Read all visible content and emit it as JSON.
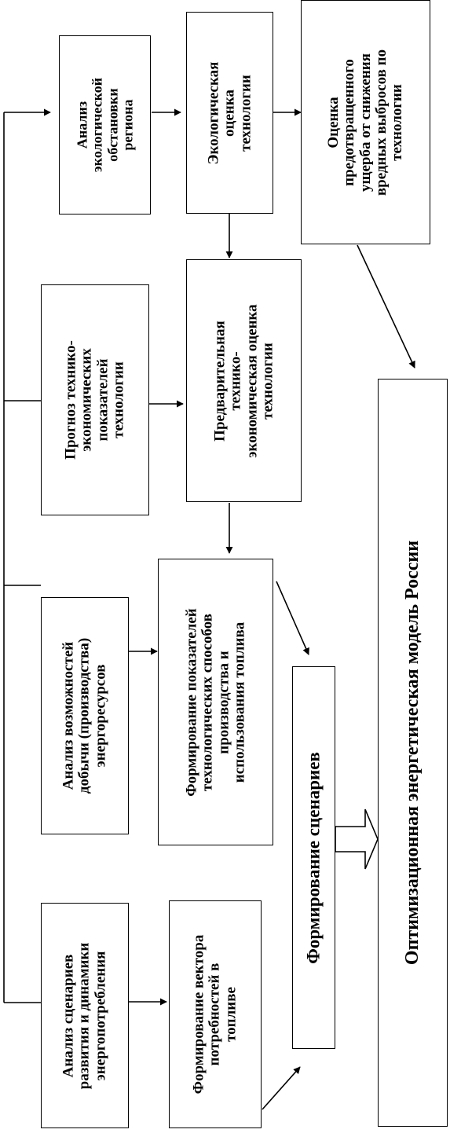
{
  "boxes": {
    "eco_analysis": [
      "Анализ",
      "экологической",
      "обстановки",
      "региона"
    ],
    "eco_assessment": [
      "Экологическая",
      "оценка",
      "технологии"
    ],
    "damage_assessment": [
      "Оценка",
      "предотвращенного",
      "ущерба от снижения",
      "вредных выбросов по",
      "технологии"
    ],
    "tech_forecast": [
      "Прогноз технико-",
      "экономических",
      "показателей",
      "технологии"
    ],
    "prelim_assessment": [
      "Предварительная",
      "технико-",
      "экономическая оценка",
      "технологии"
    ],
    "resources_analysis": [
      "Анализ возможностей",
      "добычи (производства)",
      "энергоресурсов"
    ],
    "indicators_formation": [
      "Формирование показателей",
      "технологических способов",
      "производства и",
      "использования топлива"
    ],
    "scenarios_analysis": [
      "Анализ сценариев",
      "развития и динамики",
      "энергопотребления"
    ],
    "demand_vector": [
      "Формирование вектора",
      "потребностей в",
      "топливе"
    ],
    "scenarios_formation": [
      "Формирование сценариев"
    ],
    "optimization_model": [
      "Оптимизационная энергетическая модель России"
    ]
  }
}
